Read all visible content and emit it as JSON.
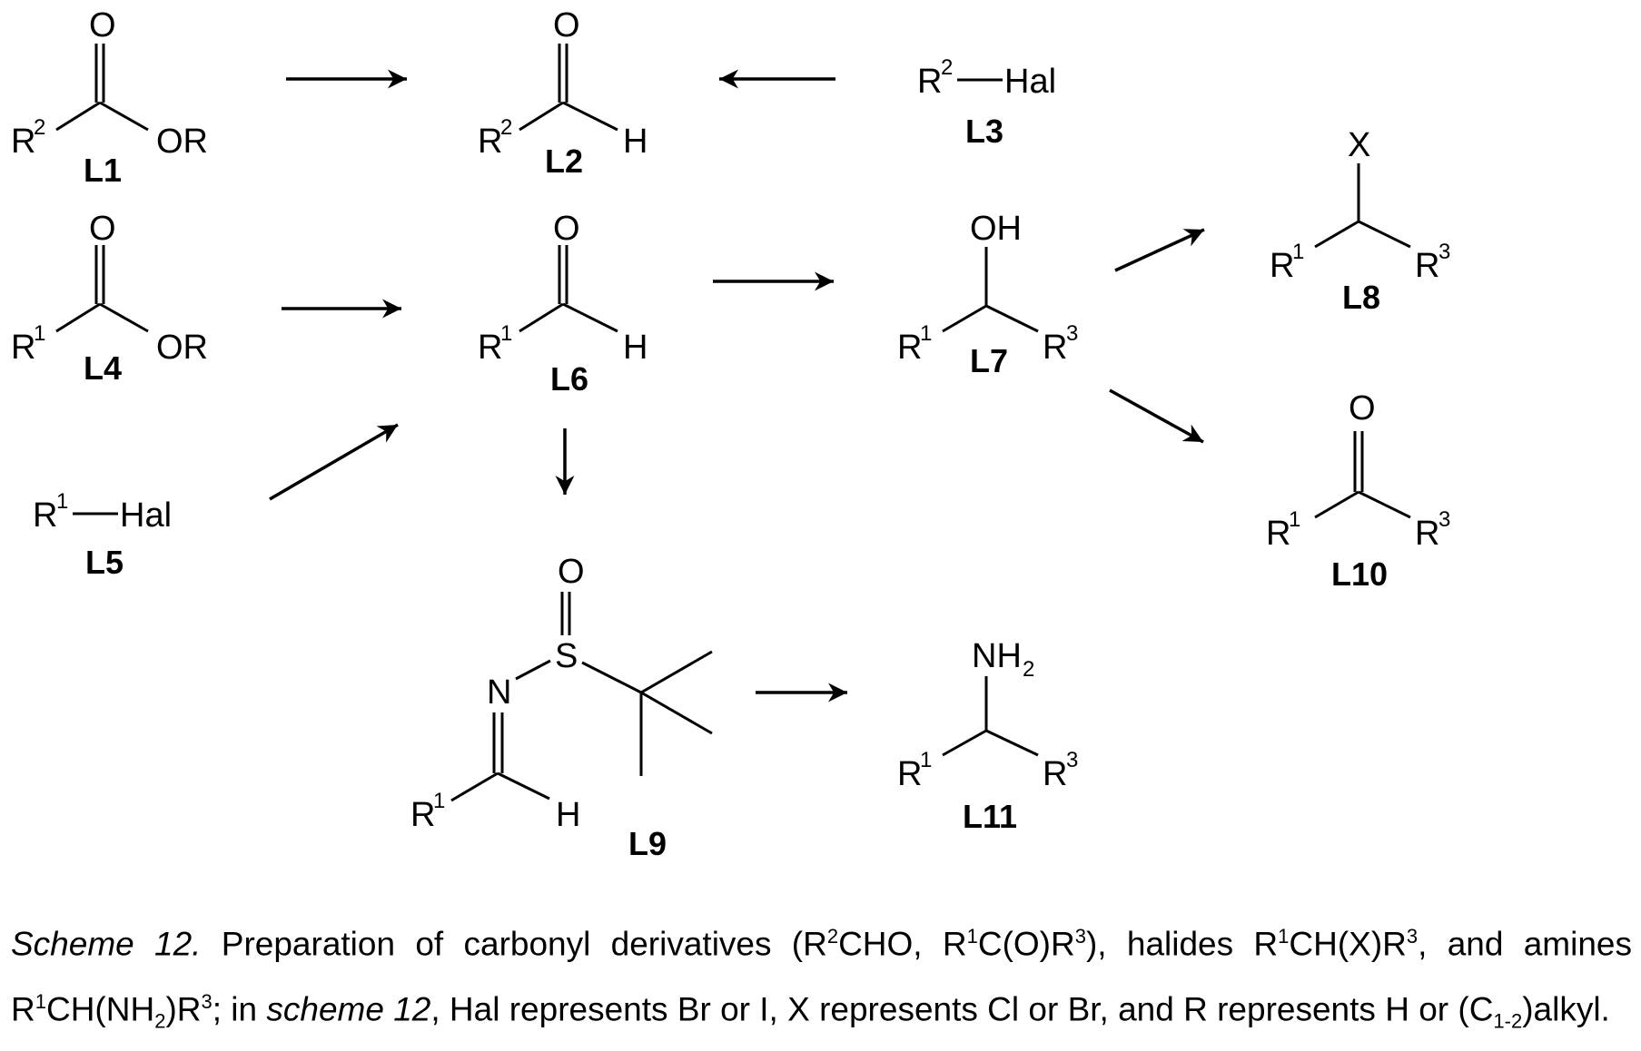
{
  "diagram": {
    "compound_labels": {
      "L1": "L1",
      "L2": "L2",
      "L3": "L3",
      "L4": "L4",
      "L5": "L5",
      "L6": "L6",
      "L7": "L7",
      "L8": "L8",
      "L9": "L9",
      "L10": "L10",
      "L11": "L11"
    },
    "atoms": {
      "O": "O",
      "OR": "OR",
      "H": "H",
      "OH": "OH",
      "X": "X",
      "N": "N",
      "S": "S",
      "R": "R",
      "Hal": "Hal",
      "NH": "NH",
      "sup_1": "1",
      "sup_2": "2",
      "sup_3": "3",
      "sub_2": "2"
    }
  },
  "caption": {
    "line1": {
      "scheme": "Scheme 12.",
      "t1": " Preparation of carbonyl derivatives (R",
      "sup_a": "2",
      "t2": "CHO, R",
      "sup_b": "1",
      "t3": "C(O)R",
      "sup_c": "3",
      "t4": "), halides R",
      "sup_d": "1",
      "t5": "CH(X)R",
      "sup_e": "3",
      "t6": ", and amines"
    },
    "line2": {
      "t1": "R",
      "sup_a": "1",
      "t2": "CH(NH",
      "sub_a": "2",
      "t3": ")R",
      "sup_b": "3",
      "t4": "; in ",
      "scheme": "scheme 12",
      "t5": ", Hal represents Br or I, X represents Cl or Br, and R represents H or (C",
      "sub_b": "1-2",
      "t6": ")alkyl."
    }
  }
}
